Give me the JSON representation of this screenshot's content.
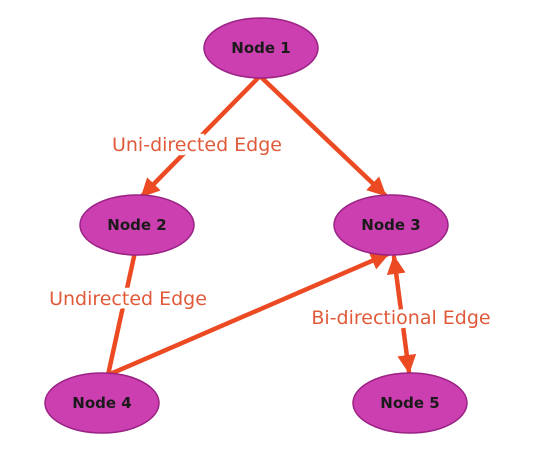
{
  "colors": {
    "node_fill": "#cc3fb0",
    "node_stroke": "#9a2284",
    "edge": "#ec4a23",
    "label": "#e05a3a",
    "background": "#ffffff"
  },
  "nodes": {
    "n1": {
      "label": "Node 1"
    },
    "n2": {
      "label": "Node 2"
    },
    "n3": {
      "label": "Node 3"
    },
    "n4": {
      "label": "Node 4"
    },
    "n5": {
      "label": "Node 5"
    }
  },
  "edges": [
    {
      "from": "n1",
      "to": "n2",
      "direction": "uni-directed"
    },
    {
      "from": "n1",
      "to": "n3",
      "direction": "uni-directed"
    },
    {
      "from": "n2",
      "to": "n4",
      "direction": "undirected"
    },
    {
      "from": "n4",
      "to": "n3",
      "direction": "uni-directed"
    },
    {
      "from": "n3",
      "to": "n5",
      "direction": "bi-directional"
    }
  ],
  "edge_labels": {
    "uni_directed": "Uni-directed Edge",
    "undirected": "Undirected Edge",
    "bi_directional": "Bi-directional Edge"
  }
}
